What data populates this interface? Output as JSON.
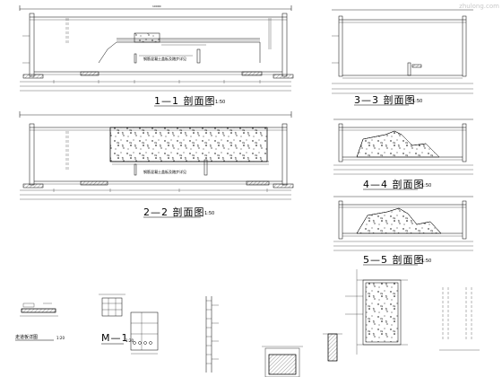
{
  "sections": {
    "s11": {
      "title": "1—1 剖面图",
      "scale": "1:50"
    },
    "s22": {
      "title": "2—2 剖面图",
      "scale": "1:50"
    },
    "s33": {
      "title": "3—3 剖面图",
      "scale": "1:50"
    },
    "s44": {
      "title": "4—4 剖面图",
      "scale": "1:50"
    },
    "s55": {
      "title": "5—5 剖面图",
      "scale": "1:50"
    }
  },
  "details": {
    "walkway": {
      "title": "走道板详图",
      "scale": "1:20"
    },
    "m1": {
      "title": "M—1",
      "scale": "1:20"
    }
  },
  "annotation_note": "钢筋混凝土盖板及踏步详见",
  "watermark": "zhulong.com"
}
